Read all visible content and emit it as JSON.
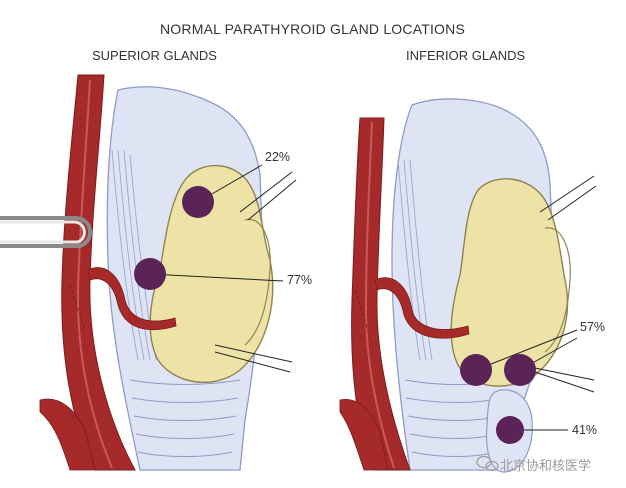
{
  "title": "NORMAL PARATHYROID GLAND LOCATIONS",
  "panels": {
    "left": {
      "heading": "SUPERIOR GLANDS",
      "labels": {
        "top": "22%",
        "middle": "77%"
      }
    },
    "right": {
      "heading": "INFERIOR GLANDS",
      "labels": {
        "pair": "57%",
        "lower": "41%"
      }
    }
  },
  "watermark": "北京协和核医学",
  "colors": {
    "artery": "#a62a2a",
    "artery_dark": "#7a1c1c",
    "cartilage": "#dfe4f4",
    "cartilage_line": "#8f9bc6",
    "thyroid": "#eee3a6",
    "thyroid_line": "#8e8350",
    "gland": "#5a2458",
    "text": "#333333"
  }
}
